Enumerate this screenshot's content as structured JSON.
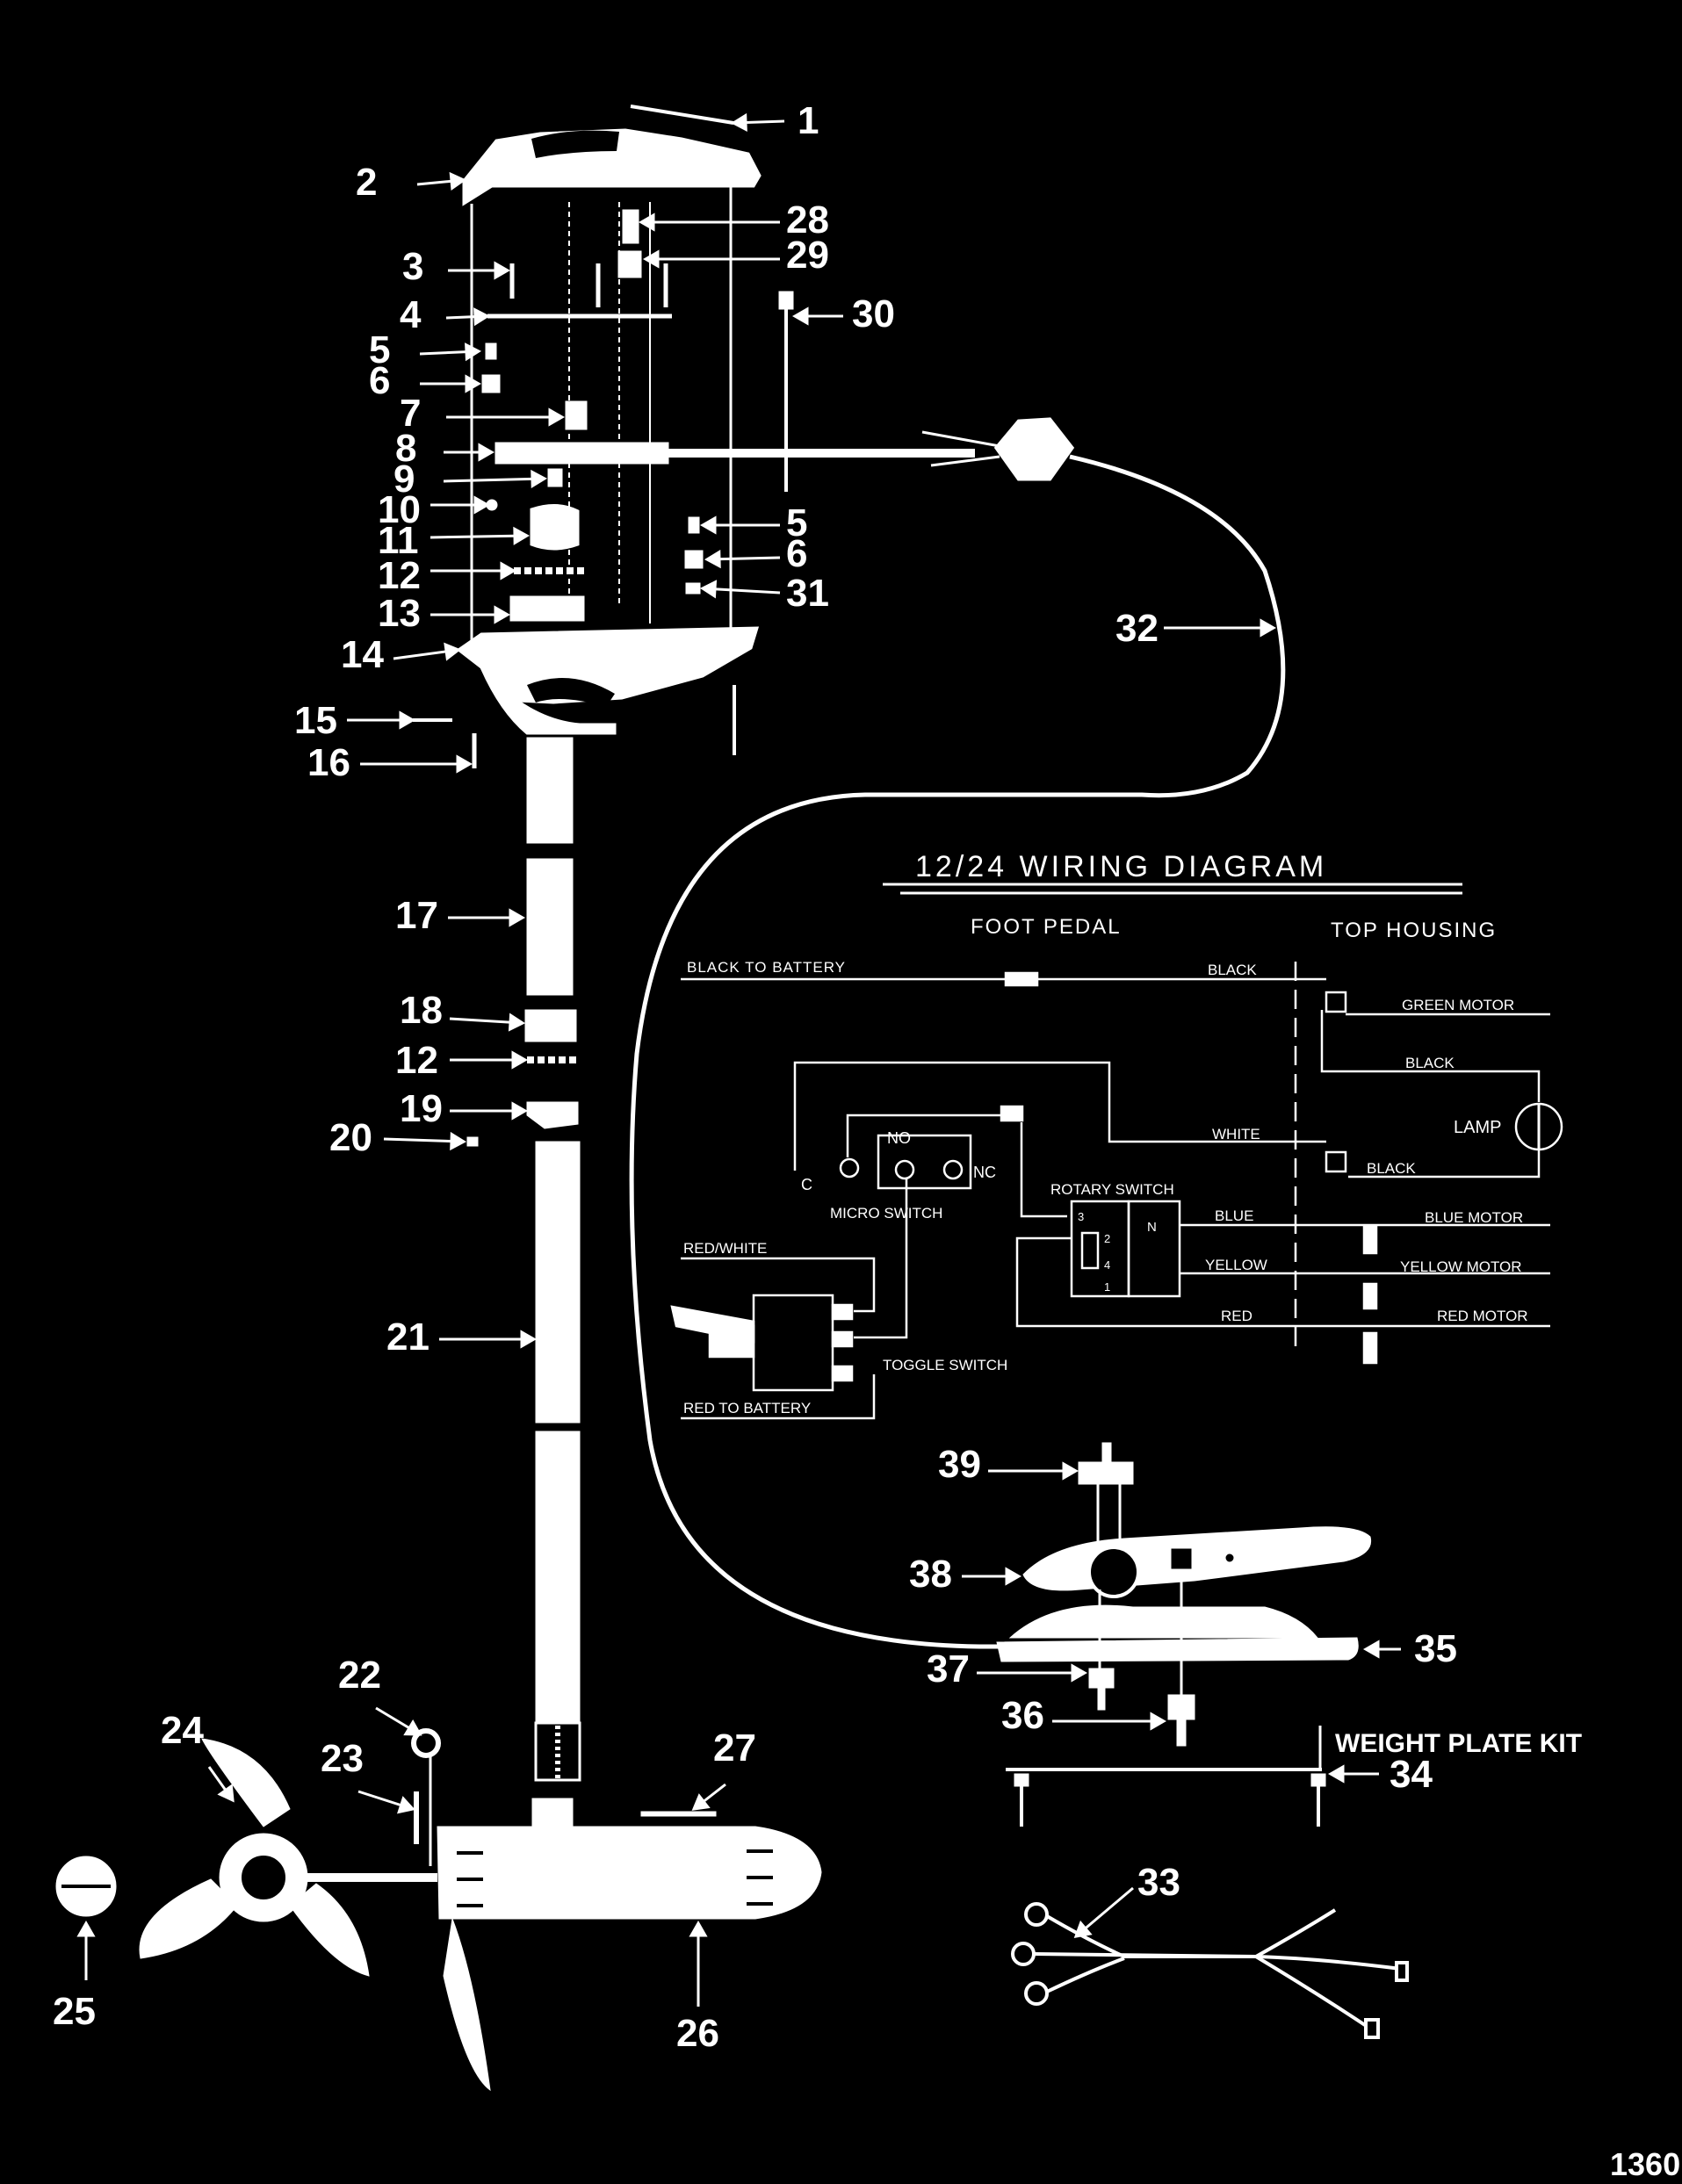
{
  "part_numbers": [
    "1",
    "2",
    "3",
    "4",
    "5",
    "6",
    "7",
    "8",
    "9",
    "10",
    "11",
    "12",
    "13",
    "14",
    "15",
    "16",
    "17",
    "18",
    "12",
    "19",
    "20",
    "21",
    "22",
    "23",
    "24",
    "25",
    "26",
    "27",
    "28",
    "29",
    "30",
    "5",
    "6",
    "31",
    "32",
    "39",
    "38",
    "37",
    "36",
    "35",
    "34",
    "33"
  ],
  "wiring": {
    "title": "12/24 WIRING DIAGRAM",
    "foot_pedal": "FOOT PEDAL",
    "top_housing": "TOP HOUSING",
    "black_to_battery": "BLACK TO BATTERY",
    "black_1": "BLACK",
    "green_motor": "GREEN MOTOR",
    "black_2": "BLACK",
    "lamp": "LAMP",
    "white": "WHITE",
    "black_3": "BLACK",
    "no": "NO",
    "nc": "NC",
    "c": "C",
    "micro_switch": "MICRO SWITCH",
    "rotary_switch": "ROTARY SWITCH",
    "blue": "BLUE",
    "blue_motor": "BLUE MOTOR",
    "yellow": "YELLOW",
    "yellow_motor": "YELLOW MOTOR",
    "red": "RED",
    "red_motor": "RED MOTOR",
    "red_white": "RED/WHITE",
    "toggle_switch": "TOGGLE SWITCH",
    "red_to_battery": "RED TO BATTERY",
    "rotary_pins": [
      "3",
      "2",
      "4",
      "1"
    ],
    "rotary_n": "N"
  },
  "weight_plate_kit": "WEIGHT PLATE KIT",
  "page_number": "1360",
  "colors": {
    "background": "#000000",
    "line": "#ffffff"
  }
}
